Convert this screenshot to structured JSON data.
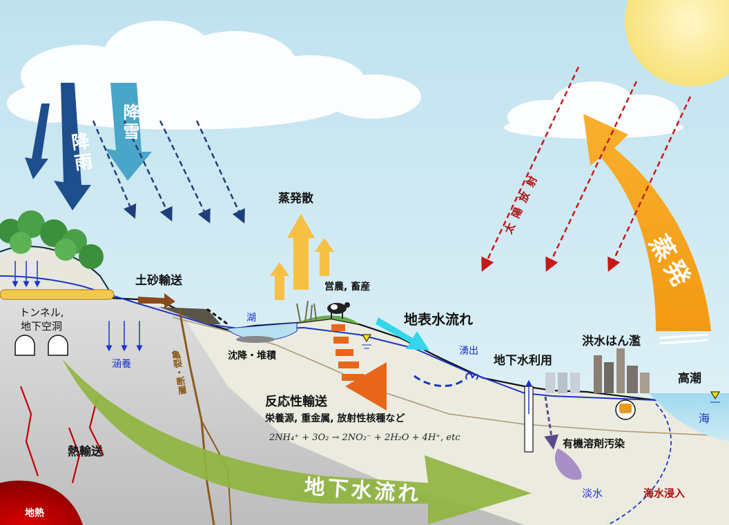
{
  "labels": {
    "rain": "降雨",
    "snow": "降雪",
    "evapotranspiration": "蒸発散",
    "solar_radiation": "太陽放射",
    "evaporation": "蒸発",
    "sediment_transport": "土砂輸送",
    "agriculture": "営農, 畜産",
    "lake": "湖",
    "surface_flow": "地表水流れ",
    "spring": "湧出",
    "gw_use": "地下水利用",
    "flood": "洪水はん濫",
    "high_tide": "高潮",
    "sea": "海",
    "tunnel": "トンネル,",
    "underground_cavity": "地下空洞",
    "recharge": "涵養",
    "fault": "亀裂・断層",
    "sedimentation": "沈降・堆積",
    "reactive_transport": "反応性輸送",
    "reactive_detail": "栄養源, 重金属, 放射性核種など",
    "reaction_eq": "2NH₄⁺ + 3O₂ → 2NO₂⁻ + 2H₂O + 4H⁺, etc",
    "organic_solvent": "有機溶剤汚染",
    "heat_transport": "熱輸送",
    "groundwater_flow": "地下水流れ",
    "freshwater": "淡水",
    "seawater_intrusion": "海水浸入",
    "geothermal": "地熱"
  },
  "colors": {
    "sky": "#cfe9f2",
    "ground": "#ecebe0",
    "deep_ground": "#d4d4d4",
    "rain_arrow": "#1f4e8c",
    "snow_arrow": "#4aa6c8",
    "evaporation_arrow": "#f7a21b",
    "solar_arrow": "#c81818",
    "gw_flow_arrow": "#8fb440",
    "reactive_arrow": "#e8661a",
    "surface_arrow": "#33d6ea",
    "geothermal": "#c00000"
  }
}
